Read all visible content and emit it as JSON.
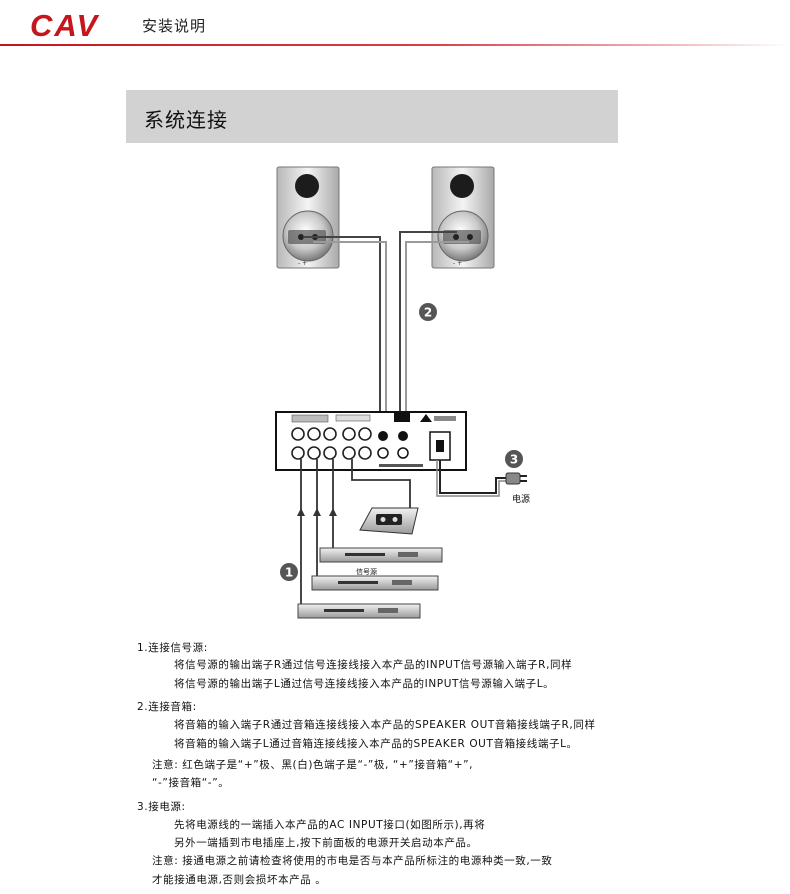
{
  "header": {
    "brand": "CAV",
    "title": "安装说明",
    "brand_color": "#c4161c"
  },
  "section": {
    "title": "系统连接"
  },
  "diagram": {
    "step_1": "1",
    "step_2": "2",
    "step_3": "3",
    "speaker_terminal_left": "-  +",
    "speaker_terminal_right": "-  +",
    "signal_source_label": "信号源",
    "power_label": "电源"
  },
  "instructions": {
    "s1_title": "1.连接信号源:",
    "s1_line1": "将信号源的输出端子R通过信号连接线接入本产品的INPUT信号源输入端子R,同样",
    "s1_line2": "将信号源的输出端子L通过信号连接线接入本产品的INPUT信号源输入端子L。",
    "s2_title": "2.连接音箱:",
    "s2_line1": "将音箱的输入端子R通过音箱连接线接入本产品的SPEAKER OUT音箱接线端子R,同样",
    "s2_line2": "将音箱的输入端子L通过音箱连接线接入本产品的SPEAKER OUT音箱接线端子L。",
    "s2_note1": "注意: 红色端子是“+”极、黑(白)色端子是“-”极, “+”接音箱“+”,",
    "s2_note2": "“-”接音箱“-”。",
    "s3_title": "3.接电源:",
    "s3_line1": "先将电源线的一端插入本产品的AC INPUT接口(如图所示),再将",
    "s3_line2": "另外一端插到市电插座上,按下前面板的电源开关启动本产品。",
    "s3_note1": "注意: 接通电源之前请检查将使用的市电是否与本产品所标注的电源种类一致,一致",
    "s3_note2": "才能接通电源,否则会损坏本产品 。"
  }
}
